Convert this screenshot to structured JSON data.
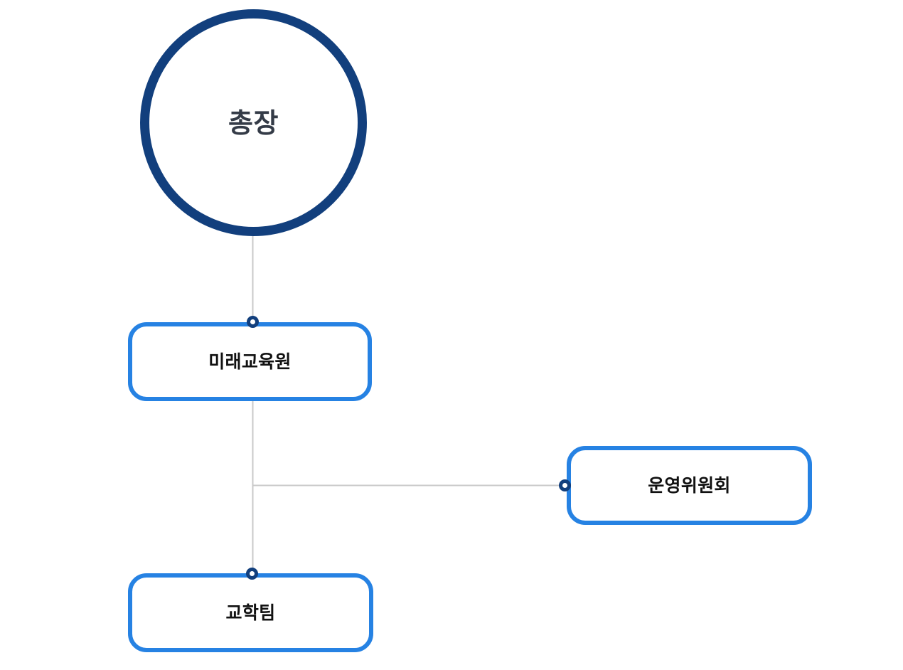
{
  "chart": {
    "type": "org-chart",
    "title": "",
    "background_color": "#ffffff",
    "root_node_color": "#123f7d",
    "box_node_color": "#2682e3",
    "connector_color": "#cccccc",
    "port_dot_color": "#123f7d",
    "nodes": [
      {
        "id": "chongjang",
        "label": "총장",
        "shape": "circle",
        "level": 0,
        "border_color": "#123f7d",
        "text_color": "#343b47"
      },
      {
        "id": "mirae",
        "label": "미래교육원",
        "shape": "rounded-rect",
        "level": 1,
        "border_color": "#2682e3",
        "text_color": "#111111"
      },
      {
        "id": "unyeong",
        "label": "운영위원회",
        "shape": "rounded-rect",
        "level": 2,
        "branch": "staff-right",
        "border_color": "#2682e3",
        "text_color": "#111111"
      },
      {
        "id": "gyohak",
        "label": "교학팀",
        "shape": "rounded-rect",
        "level": 2,
        "border_color": "#2682e3",
        "text_color": "#111111"
      }
    ],
    "edges": [
      {
        "from": "chongjang",
        "to": "mirae",
        "style": "vertical"
      },
      {
        "from": "mirae",
        "to": "gyohak",
        "style": "vertical"
      },
      {
        "from": "mirae",
        "to": "unyeong",
        "style": "elbow-right"
      }
    ]
  }
}
